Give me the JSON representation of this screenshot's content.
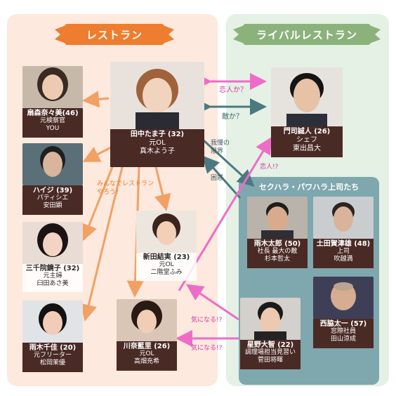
{
  "colors": {
    "left_panel": "#fde9dd",
    "right_panel": "#e4f1e4",
    "orange_banner": "#ee7d2f",
    "green_banner": "#8cb27c",
    "label_bg": "#4a2a25",
    "orange_arrow": "#f2a064",
    "pink_arrow": "#ee6cc8",
    "teal_arrow": "#4a7a80"
  },
  "banners": {
    "restaurant": "レストラン",
    "rival": "ライバルレストラン"
  },
  "subgroup_title": "セクハラ・パワハラ上司たち",
  "characters": {
    "tamako": {
      "name": "田中たま子 (32)",
      "role": "元OL",
      "actor": "真木よう子"
    },
    "ougimori": {
      "name": "扇森奈々美(46)",
      "role": "元検察官",
      "actor": "YOU"
    },
    "hajime": {
      "name": "ハイジ (39)",
      "role": "パティシエ",
      "actor": "安田顕"
    },
    "sanzenin": {
      "name": "三千院鏡子 (32)",
      "role": "元主婦",
      "actor": "臼田あさ美"
    },
    "amaki_chika": {
      "name": "雨木千佳 (20)",
      "role": "元フリーター",
      "actor": "松岡茉優"
    },
    "nitta": {
      "name": "新田結実 (23)",
      "role": "元OL",
      "actor": "二階堂ふみ"
    },
    "kawana": {
      "name": "川奈藍里 (26)",
      "role": "元OL",
      "actor": "高畑充希"
    },
    "monji": {
      "name": "門司誠人 (26)",
      "role": "シェフ",
      "actor": "東出昌大"
    },
    "amaki_taro": {
      "name": "雨木太郎 (50)",
      "role": "社長 最大の敵",
      "actor": "杉本哲太"
    },
    "hijikata": {
      "name": "土田賀津雄 (48)",
      "role": "上司",
      "actor": "吹越満"
    },
    "nishiwaki": {
      "name": "西脇太一 (57)",
      "role": "窓際社員",
      "actor": "田山涼成"
    },
    "hoshino": {
      "name": "星野大智 (22)",
      "role": "調理場担当見習い",
      "actor": "菅田将暉"
    }
  },
  "annotations": {
    "koibito": "恋人か？",
    "teki": "敵か？",
    "gaman": "我慢の限界",
    "konwaku": "困惑",
    "koibito2": "恋人!?",
    "minna": "みんなでレストランやろう！",
    "kininaru1": "気になる!?",
    "kininaru2": "気になる!?"
  }
}
